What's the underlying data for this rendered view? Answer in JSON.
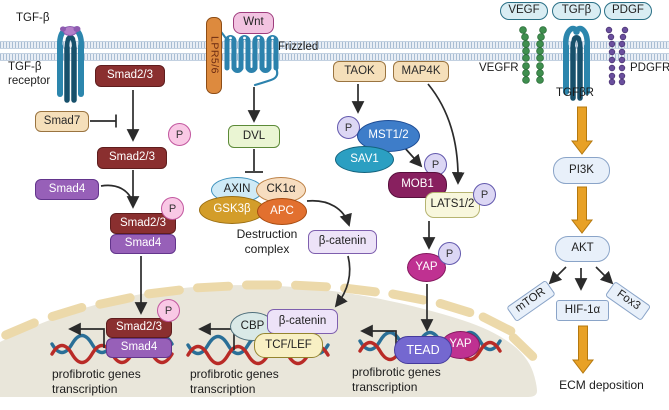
{
  "palette": {
    "membrane_dash": "#a9bdd3",
    "nucleus_fill": "#e9e6da",
    "envelope_capsule": "#ecd9aa",
    "smad23_fill": "#8a2f2f",
    "smad4_fill": "#9760b8",
    "tan_fill": "#f5dfba",
    "p_pink": "#f9c8e5",
    "p_lavender": "#dcd7f4",
    "wnt_fill": "#f2c3e1",
    "lpr_fill": "#dd8a3e",
    "dvl_fill": "#eaf5d3",
    "gsk3b_fill": "#d39d2a",
    "apc_fill": "#e2702f",
    "beta_catenin_fill": "#ede3f8",
    "tcflef_fill": "#f8f0c4",
    "mst_fill": "#3e7dc9",
    "sav1_fill": "#2b9fc2",
    "mob1_fill": "#88205f",
    "lats_fill": "#f8f7dd",
    "yap_fill": "#bf3191",
    "tead_fill": "#7468d0",
    "rtk_pill_fill": "#d9edf3",
    "kinase_fill": "#e8f0fa",
    "orange_arrow": "#e8a126",
    "dna_red": "#b92b27",
    "dna_blue": "#2a6f97",
    "receptor_teal": "#2c86ad",
    "vegfr_green": "#3f8f4f",
    "pdgfr_purple": "#6a4f9e"
  },
  "tgfb_pathway": {
    "ligand_label": "TGF-β",
    "receptor_label_line1": "TGF-β",
    "receptor_label_line2": "receptor",
    "smad23": "Smad2/3",
    "smad7": "Smad7",
    "smad4": "Smad4",
    "phospho": "P"
  },
  "wnt_pathway": {
    "wnt": "Wnt",
    "lpr56": "LPR5/6",
    "frizzled": "Frizzled",
    "dvl": "DVL",
    "axin": "AXIN",
    "ck1a": "CK1α",
    "gsk3b": "GSK3β",
    "apc": "APC",
    "destruction_line1": "Destruction",
    "destruction_line2": "complex",
    "beta_catenin": "β-catenin",
    "cbp": "CBP",
    "tcf_lef": "TCF/LEF"
  },
  "hippo_pathway": {
    "taok": "TAOK",
    "map4k": "MAP4K",
    "mst12": "MST1/2",
    "sav1": "SAV1",
    "mob1": "MOB1",
    "lats12": "LATS1/2",
    "yap": "YAP",
    "tead": "TEAD",
    "phospho": "P"
  },
  "rtk_pathway": {
    "vegf": "VEGF",
    "tgfb": "TGFβ",
    "pdgf": "PDGF",
    "vegfr": "VEGFR",
    "tgfbr": "TGFβR",
    "pdgfr": "PDGFR",
    "pi3k": "PI3K",
    "akt": "AKT",
    "mtor": "mTOR",
    "hif1a": "HIF-1α",
    "fox3": "Fox3",
    "ecm": "ECM deposition"
  },
  "nucleus": {
    "profibrotic_line1": "profibrotic genes",
    "profibrotic_line2": "transcription"
  }
}
